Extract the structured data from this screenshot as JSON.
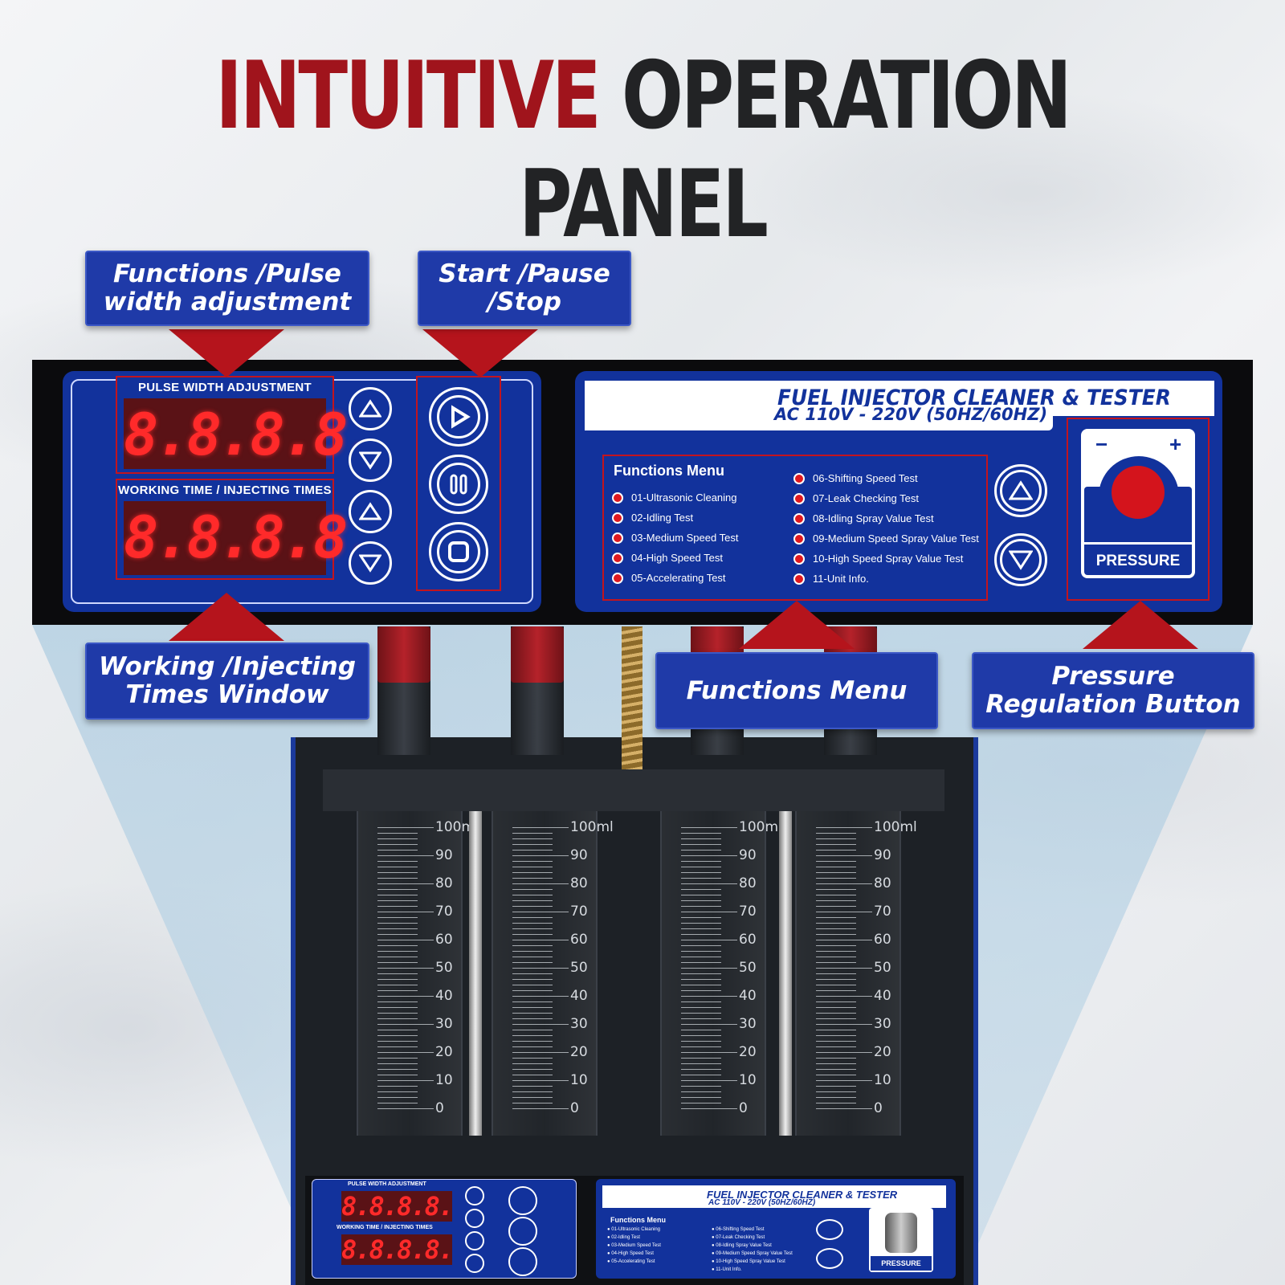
{
  "title": {
    "highlight": "INTUITIVE",
    "rest": "OPERATION PANEL"
  },
  "callouts": {
    "functions_pulse": [
      "Functions /Pulse",
      "width adjustment"
    ],
    "start_pause_stop": [
      "Start /Pause",
      "/Stop"
    ],
    "working_injecting": [
      "Working /Injecting",
      "Times Window"
    ],
    "functions_menu": "Functions Menu",
    "pressure_regulation": [
      "Pressure",
      "Regulation Button"
    ]
  },
  "left_panel": {
    "pulse_label": "PULSE WIDTH ADJUSTMENT",
    "pulse_display": "8.8.8.8.",
    "working_label": "WORKING TIME / INJECTING TIMES",
    "working_display": "8.8.8.8."
  },
  "right_panel": {
    "product_title": "FUEL INJECTOR CLEANER & TESTER",
    "voltage": "AC 110V - 220V (50HZ/60HZ)",
    "menu_title": "Functions Menu",
    "menu_left": [
      "01-Ultrasonic Cleaning",
      "02-Idling Test",
      "03-Medium Speed Test",
      "04-High Speed Test",
      "05-Accelerating Test"
    ],
    "menu_right": [
      "06-Shifting Speed Test",
      "07-Leak Checking Test",
      "08-Idling Spray Value Test",
      "09-Medium Speed Spray Value Test",
      "10-High Speed Spray Value Test",
      "11-Unit Info."
    ],
    "pressure_label": "PRESSURE",
    "minus": "−",
    "plus": "+"
  },
  "cylinders": {
    "ticks": [
      "100ml",
      "90",
      "80",
      "70",
      "60",
      "50",
      "40",
      "30",
      "20",
      "10",
      "0"
    ]
  },
  "mini_panel": {
    "pulse_label": "PULSE WIDTH ADJUSTMENT",
    "working_label": "WORKING TIME / INJECTING TIMES",
    "display": "8.8.8.8.",
    "product_title": "FUEL INJECTOR CLEANER & TESTER",
    "voltage": "AC 110V - 220V (50HZ/60HZ)",
    "menu_title": "Functions Menu",
    "pressure_label": "PRESSURE"
  },
  "colors": {
    "brand_red": "#a0141c",
    "panel_blue": "#12329c",
    "callout_blue": "#1f3aa8",
    "led_red": "#ff2a2a"
  }
}
